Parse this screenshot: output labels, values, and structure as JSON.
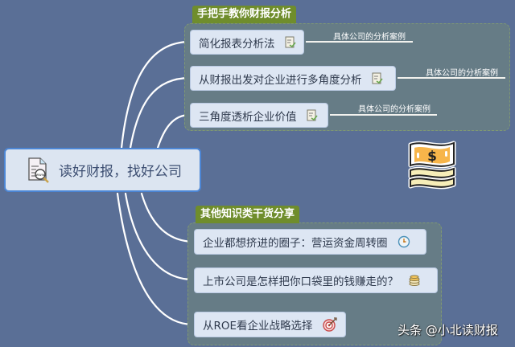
{
  "root": {
    "title": "读好财报，找好公司",
    "icon": "document-search-icon"
  },
  "groups": [
    {
      "label": "手把手教你财报分析",
      "items": [
        {
          "text": "简化报表分析法",
          "icon": "notes-icon",
          "sublabel": "具体公司的分析案例"
        },
        {
          "text": "从财报出发对企业进行多角度分析",
          "icon": "notes-icon",
          "sublabel": "具体公司的分析案例"
        },
        {
          "text": "三角度透析企业价值",
          "icon": "notes-icon",
          "sublabel": "具体公司的分析案例"
        }
      ]
    },
    {
      "label": "其他知识类干货分享",
      "items": [
        {
          "text": "企业都想挤进的圈子：营运资金周转圈",
          "icon": "clock-icon"
        },
        {
          "text": "上市公司是怎样把你口袋里的钱赚走的？",
          "icon": "coins-stack-icon"
        },
        {
          "text": "从ROE看企业战略选择",
          "icon": "target-icon"
        }
      ]
    }
  ],
  "decoration": {
    "icon": "money-bill-icon",
    "symbol": "$"
  },
  "watermark": "头条 @小北读财报",
  "colors": {
    "background": "#5a6f96",
    "group_fill": "#667c86",
    "group_label": "#6f8d2c",
    "node_fill": "#dde6f3",
    "root_border": "#4c86d5",
    "connector": "#ffffff"
  }
}
